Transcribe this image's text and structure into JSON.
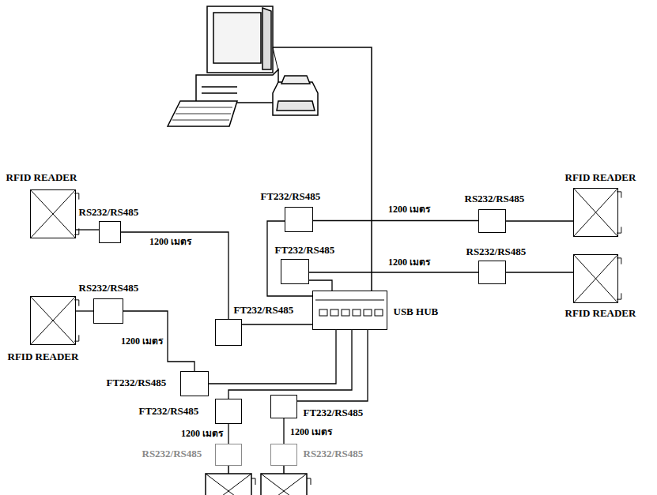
{
  "diagram": {
    "nodes": [
      {
        "text": [
          "RFID READER"
        ]
      },
      {
        "text": [
          "RS232/RS485"
        ]
      },
      {
        "text": [
          "FT232/RS485"
        ]
      },
      {
        "text": [
          "RS232/RS485"
        ]
      },
      {
        "text": [
          "RFID READER"
        ]
      },
      {
        "text": [
          "FT232/RS485"
        ]
      },
      {
        "text": [
          "RS232/RS485"
        ]
      },
      {
        "text": [
          "RFID READER"
        ]
      },
      {
        "text": [
          "RFID READER"
        ]
      },
      {
        "text": [
          "RS232/RS485"
        ]
      },
      {
        "text": [
          "FT232/RS485"
        ]
      },
      {
        "text": [
          "USB HUB"
        ]
      },
      {
        "text": [
          "FT232/RS485"
        ]
      },
      {
        "text": [
          "FT232/RS485"
        ]
      },
      {
        "text": [
          "FT232/RS485"
        ]
      },
      {
        "text": [
          "RS232/RS485"
        ]
      },
      {
        "text": [
          "RS232/RS485"
        ]
      }
    ],
    "edges": [
      {
        "from": 0,
        "to": 1,
        "arrow": "none"
      },
      {
        "from": 1,
        "to": 10,
        "label": "1200 เมตร",
        "arrow": "none"
      },
      {
        "from": 2,
        "to": 3,
        "label": "1200 เมตร",
        "arrow": "none"
      },
      {
        "from": 3,
        "to": 4,
        "arrow": "none"
      },
      {
        "from": 5,
        "to": 6,
        "label": "1200 เมตร",
        "arrow": "none"
      },
      {
        "from": 6,
        "to": 7,
        "arrow": "none"
      },
      {
        "from": 8,
        "to": 9,
        "arrow": "none"
      },
      {
        "from": 9,
        "to": 12,
        "label": "1200 เมตร",
        "arrow": "none"
      },
      {
        "from": 13,
        "to": 15,
        "label": "1200 เมตร",
        "arrow": "none"
      },
      {
        "from": 14,
        "to": 16,
        "label": "1200 เมตร",
        "arrow": "none"
      },
      {
        "from": 2,
        "to": 11,
        "arrow": "none"
      },
      {
        "from": 5,
        "to": 11,
        "arrow": "none"
      },
      {
        "from": 10,
        "to": 11,
        "arrow": "none"
      },
      {
        "from": 12,
        "to": 11,
        "arrow": "none"
      },
      {
        "from": 13,
        "to": 11,
        "arrow": "none"
      },
      {
        "from": 14,
        "to": 11,
        "arrow": "none"
      }
    ]
  }
}
